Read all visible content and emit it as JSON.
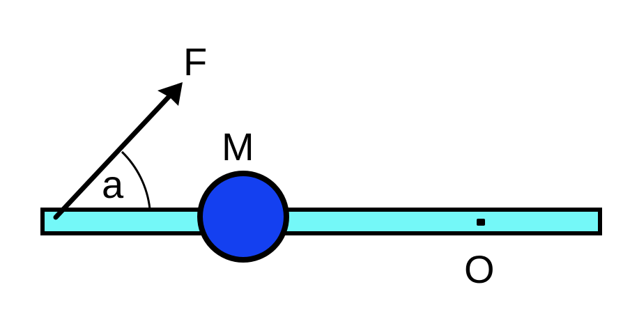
{
  "labels": {
    "force": "F",
    "mass": "M",
    "angle": "a",
    "pivot": "O"
  },
  "colors": {
    "rod": "#74f8f8",
    "mass": "#1440f0",
    "stroke": "#000000"
  }
}
